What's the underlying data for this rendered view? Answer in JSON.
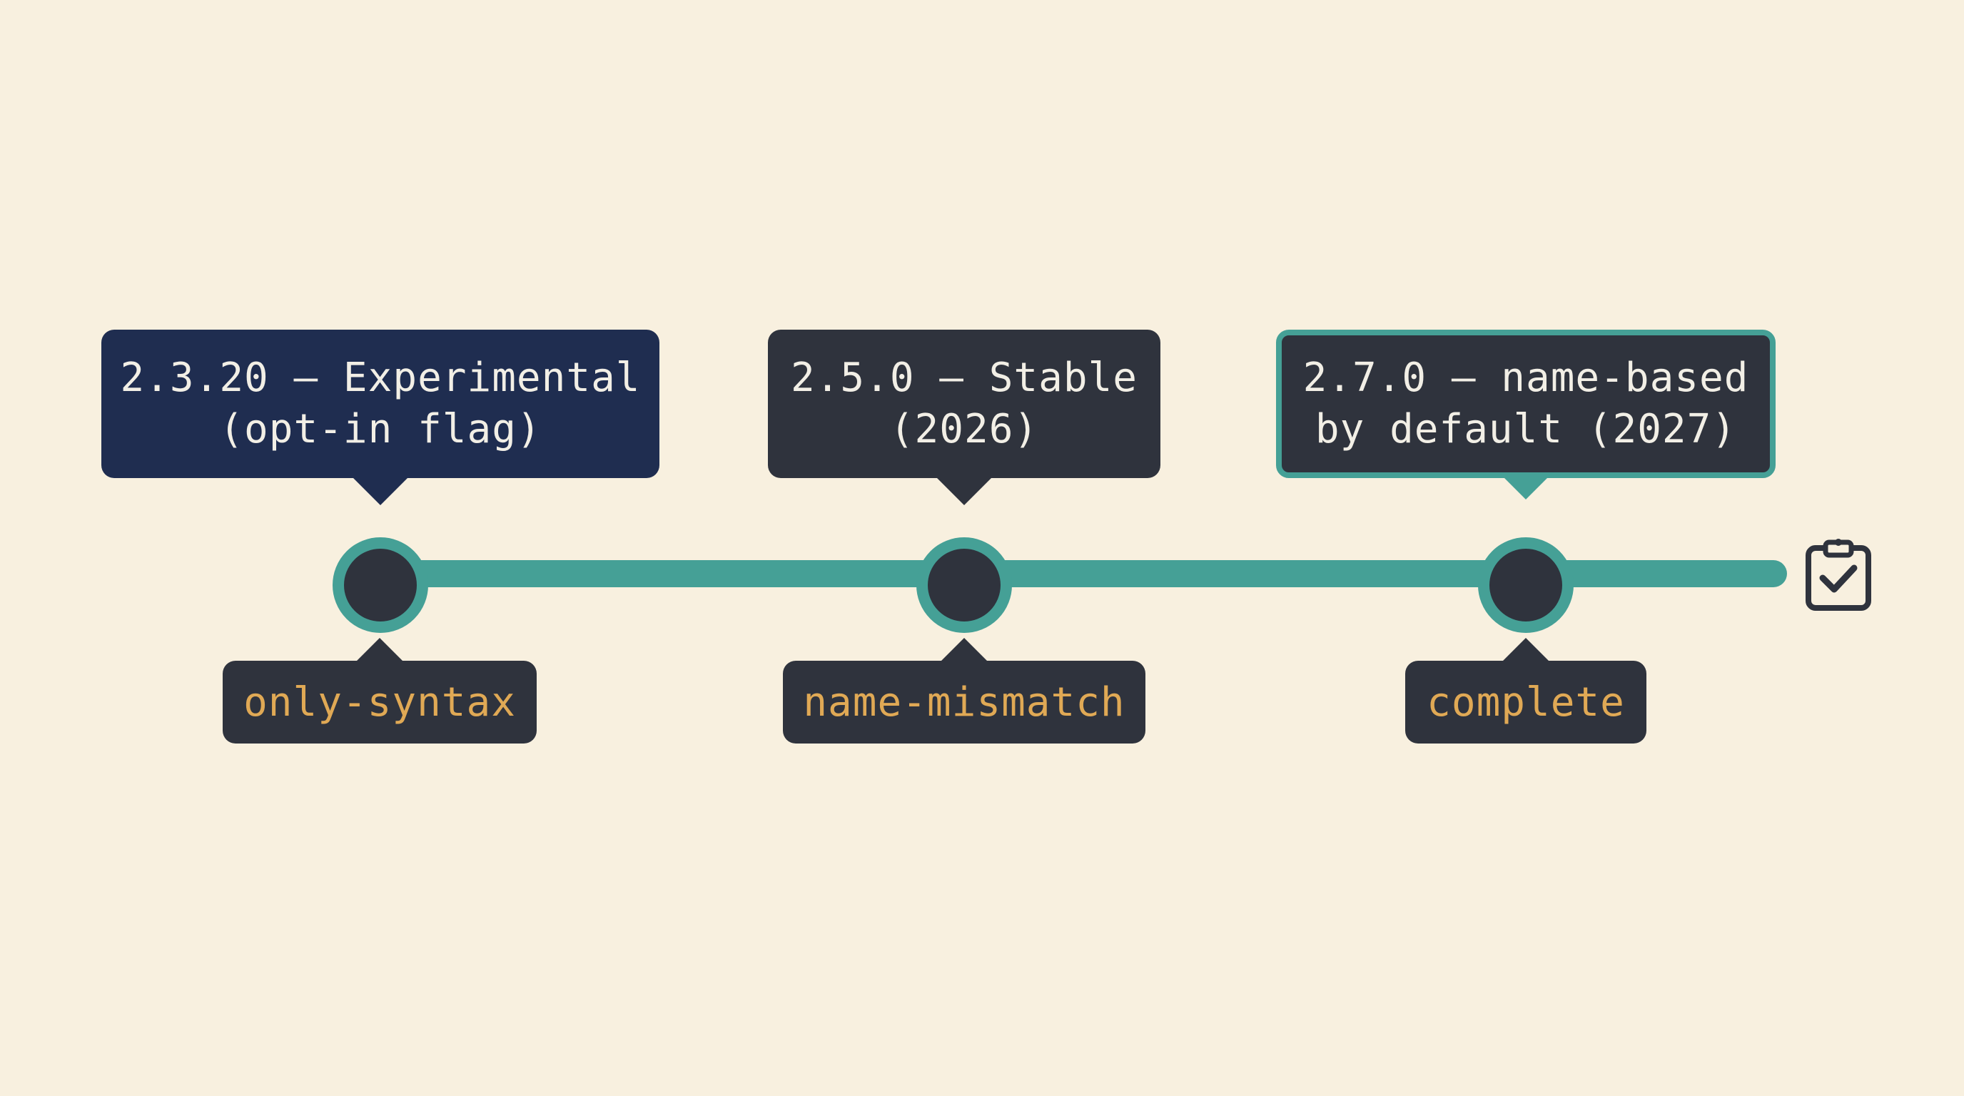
{
  "timeline": {
    "milestones": [
      {
        "version_line1": "2.3.20 — Experimental",
        "version_line2": "(opt-in flag)",
        "tag": "only-syntax",
        "box_color": "#1f2d50",
        "highlighted": false
      },
      {
        "version_line1": "2.5.0 — Stable",
        "version_line2": "(2026)",
        "tag": "name-mismatch",
        "box_color": "#2f333d",
        "highlighted": false
      },
      {
        "version_line1": "2.7.0 — name-based",
        "version_line2": "by default (2027)",
        "tag": "complete",
        "box_color": "#2f333d",
        "highlighted": true
      }
    ],
    "end_icon": "clipboard-check-icon"
  },
  "colors": {
    "background": "#f8f0df",
    "track": "#45a096",
    "node_fill": "#2f333d",
    "tag_text": "#e0a955",
    "highlight_border": "#45a096"
  }
}
